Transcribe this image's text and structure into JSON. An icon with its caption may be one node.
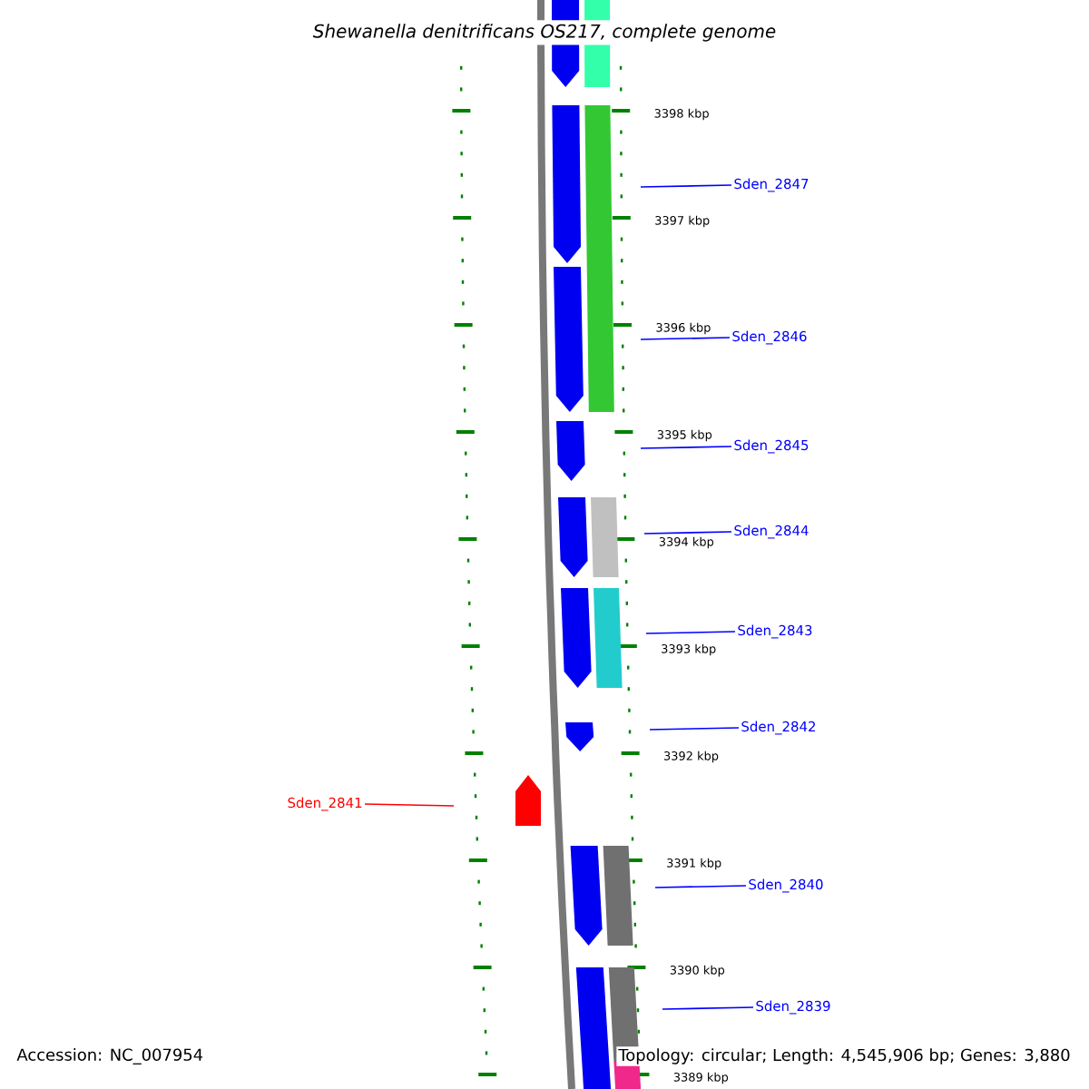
{
  "diagram": {
    "title": "*Shewanella denitrificans* OS217, complete genome",
    "nodes": [
      {
        "text": [
          "Sden_2847"
        ]
      },
      {
        "text": [
          "Sden_2846"
        ]
      },
      {
        "text": [
          "Sden_2845"
        ]
      },
      {
        "text": [
          "Sden_2844"
        ]
      },
      {
        "text": [
          "Sden_2843"
        ]
      },
      {
        "text": [
          "Sden_2842"
        ]
      },
      {
        "text": [
          "Sden_2841"
        ]
      },
      {
        "text": [
          "Sden_2840"
        ]
      },
      {
        "text": [
          "Sden_2839"
        ]
      }
    ],
    "edges": [
      {
        "from": 0,
        "to": null,
        "arrow": "none"
      },
      {
        "from": 1,
        "to": null,
        "arrow": "none"
      },
      {
        "from": 2,
        "to": null,
        "arrow": "none"
      },
      {
        "from": 3,
        "to": null,
        "arrow": "none"
      },
      {
        "from": 4,
        "to": null,
        "arrow": "none"
      },
      {
        "from": 5,
        "to": null,
        "arrow": "none"
      },
      {
        "from": 6,
        "to": null,
        "arrow": "none",
        "color": "#ff0000"
      },
      {
        "from": 7,
        "to": null,
        "arrow": "none"
      },
      {
        "from": 8,
        "to": null,
        "arrow": "none"
      }
    ],
    "labels": [
      "3398 kbp",
      "3397 kbp",
      "3396 kbp",
      "3395 kbp",
      "3394 kbp",
      "3393 kbp",
      "3392 kbp",
      "3391 kbp",
      "3390 kbp",
      "3389 kbp",
      "Accession: NC_007954",
      "Topology: circular; Length: 4,545,906 bp; Genes: 3,880"
    ]
  }
}
